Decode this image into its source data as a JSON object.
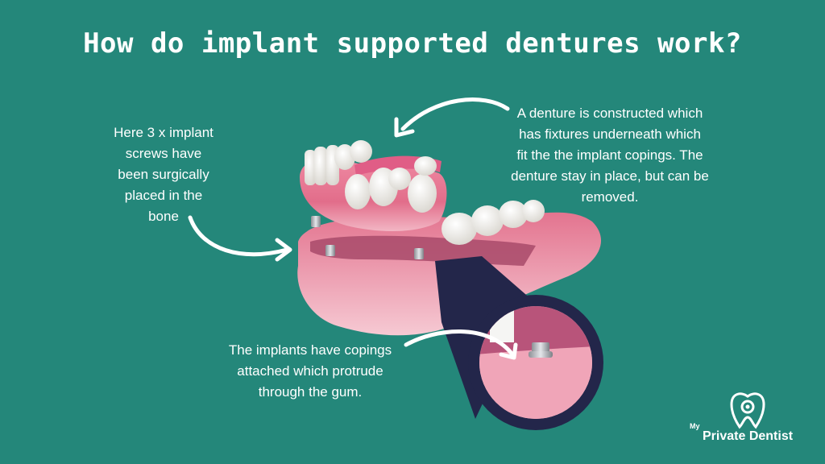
{
  "title": "How do implant supported dentures work?",
  "captions": {
    "left": "Here 3 x implant\nscrews have\nbeen surgically\nplaced in the\nbone",
    "right": "A denture is constructed which\nhas fixtures underneath which\nfit the the implant copings. The\ndenture stay in place, but can be\nremoved.",
    "bottom": "The implants have copings\nattached which protrude\nthrough the gum."
  },
  "logo": {
    "small": "My",
    "big": "Private Dentist"
  },
  "colors": {
    "background": "#24877a",
    "zoom_circle": "#23264a",
    "gum": "#e7768f",
    "tooth": "#f6f4ef"
  },
  "icons": [
    "curved-arrow-icon",
    "tooth-logo-icon"
  ]
}
